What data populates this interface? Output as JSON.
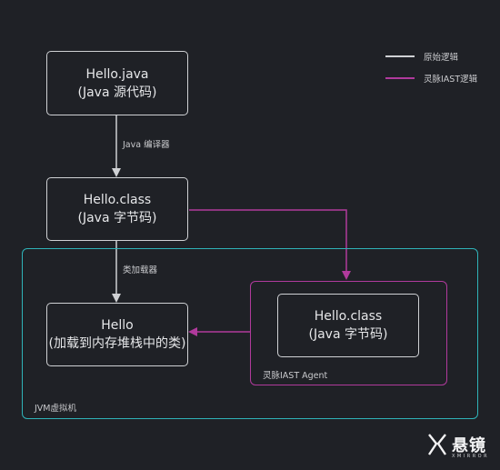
{
  "legend": {
    "original": {
      "label": "原始逻辑",
      "color": "#cfd1d4"
    },
    "iast": {
      "label": "灵脉IAST逻辑",
      "color": "#b03a9c"
    }
  },
  "nodes": {
    "source": {
      "line1": "Hello.java",
      "line2": "(Java 源代码)"
    },
    "bytecode": {
      "line1": "Hello.class",
      "line2": "(Java 字节码)"
    },
    "loaded": {
      "line1": "Hello",
      "line2": "(加载到内存堆栈中的类)"
    },
    "agent_bytecode": {
      "line1": "Hello.class",
      "line2": "(Java 字节码)"
    }
  },
  "edges": {
    "compile": "Java 编译器",
    "classloader": "类加载器"
  },
  "groups": {
    "jvm": {
      "label": "JVM虚拟机",
      "color": "#2fb3b8"
    },
    "agent": {
      "label": "灵脉IAST Agent",
      "color": "#b03a9c"
    }
  },
  "brand": {
    "name": "悬镜",
    "sub": "XMIRROR"
  },
  "colors": {
    "background": "#1f2126",
    "node_border": "#cfd1d4",
    "text": "#e6e7e9"
  }
}
